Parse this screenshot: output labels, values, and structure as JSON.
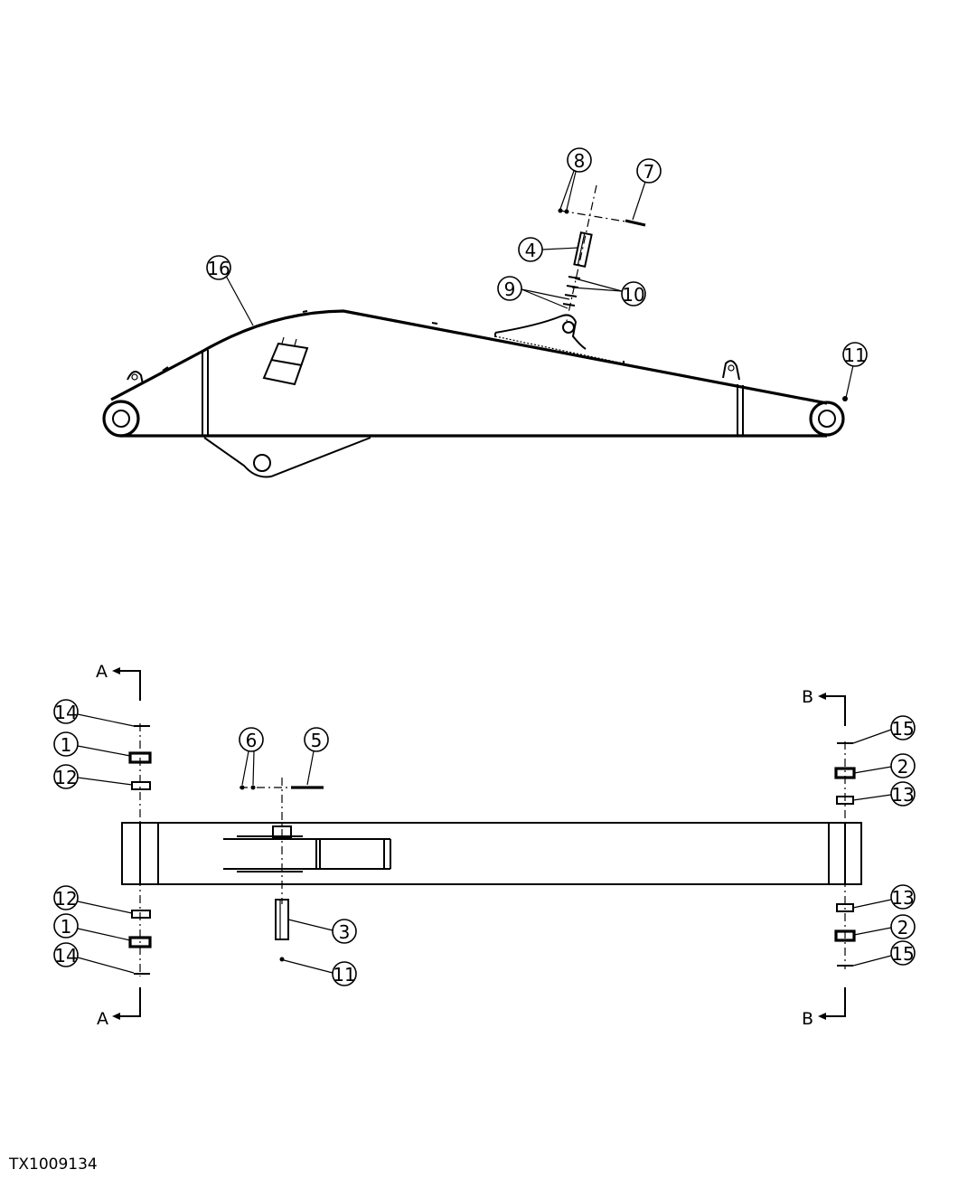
{
  "figure_id": "TX1009134",
  "section_labels": {
    "a_top": "A",
    "a_bottom": "A",
    "b_top": "B",
    "b_bottom": "B"
  },
  "callouts": {
    "side_view": {
      "c8": "8",
      "c7": "7",
      "c4": "4",
      "c9": "9",
      "c10": "10",
      "c16": "16",
      "c11": "11"
    },
    "top_view": {
      "c14_top": "14",
      "c1_top": "1",
      "c12_top": "12",
      "c6": "6",
      "c5": "5",
      "c15_top": "15",
      "c2_top": "2",
      "c13_top": "13",
      "c12_bottom": "12",
      "c1_bottom": "1",
      "c14_bottom": "14",
      "c3": "3",
      "c11": "11",
      "c13_bottom": "13",
      "c2_bottom": "2",
      "c15_bottom": "15"
    }
  }
}
